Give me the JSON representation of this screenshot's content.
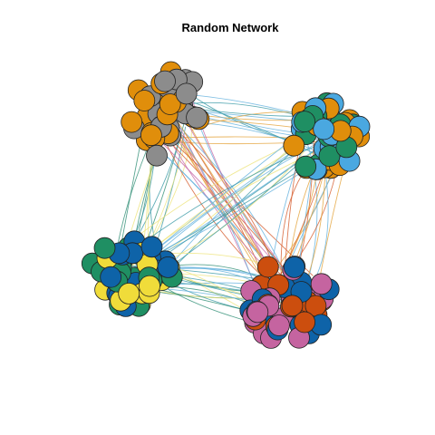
{
  "title": "Random Network",
  "colors": {
    "gray": "#8c8c8c",
    "orange": "#e08e0b",
    "sky": "#4aa8e0",
    "green": "#1f8f63",
    "yellow": "#f0dc3a",
    "blue": "#0e63a8",
    "vermillion": "#cc4e0e",
    "pink": "#c564a0",
    "edge_orange": "#e3a23a",
    "edge_sky": "#62b0dd",
    "edge_green": "#2f8f76",
    "edge_yellow": "#eee37a",
    "edge_red": "#d45a2a",
    "edge_pink": "#c86aa8",
    "edge_teal": "#3a9aa6"
  },
  "clusters": [
    {
      "name": "top-left",
      "node_count": 45,
      "colors": [
        "gray",
        "orange"
      ]
    },
    {
      "name": "top-right",
      "node_count": 45,
      "colors": [
        "orange",
        "sky",
        "green"
      ]
    },
    {
      "name": "bottom-left",
      "node_count": 50,
      "colors": [
        "yellow",
        "blue",
        "green"
      ]
    },
    {
      "name": "bottom-right",
      "node_count": 50,
      "colors": [
        "vermillion",
        "pink",
        "blue"
      ]
    }
  ],
  "bundles": [
    {
      "from": "top-left",
      "to": "top-right",
      "edge_count": 14,
      "colors": [
        "edge_orange",
        "edge_sky",
        "edge_teal"
      ]
    },
    {
      "from": "top-left",
      "to": "bottom-left",
      "edge_count": 14,
      "colors": [
        "edge_yellow",
        "edge_green",
        "edge_teal"
      ]
    },
    {
      "from": "top-left",
      "to": "bottom-right",
      "edge_count": 22,
      "colors": [
        "edge_red",
        "edge_pink",
        "edge_sky",
        "edge_orange"
      ]
    },
    {
      "from": "top-right",
      "to": "bottom-left",
      "edge_count": 16,
      "colors": [
        "edge_sky",
        "edge_yellow",
        "edge_teal"
      ]
    },
    {
      "from": "top-right",
      "to": "bottom-right",
      "edge_count": 16,
      "colors": [
        "edge_orange",
        "edge_sky",
        "edge_red"
      ]
    },
    {
      "from": "bottom-left",
      "to": "bottom-right",
      "edge_count": 22,
      "colors": [
        "edge_green",
        "edge_yellow",
        "edge_teal",
        "edge_sky"
      ]
    }
  ]
}
